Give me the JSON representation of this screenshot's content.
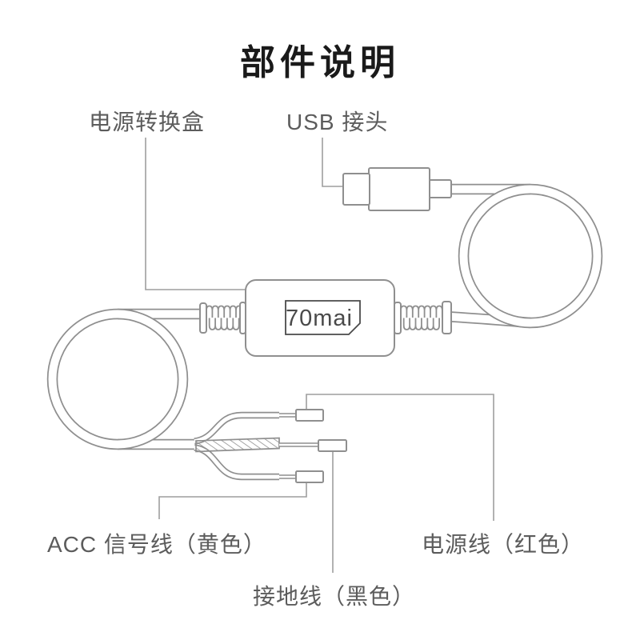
{
  "title": "部件说明",
  "diagram": {
    "logo_text": "70mai",
    "labels": {
      "power_box": "电源转换盒",
      "usb_connector": "USB 接头",
      "acc_wire": "ACC 信号线（黄色）",
      "ground_wire": "接地线（黑色）",
      "power_wire": "电源线（红色）"
    },
    "colors": {
      "title_text": "#1a1a1a",
      "label_text": "#5c5c5c",
      "line_art": "#8f8f8f",
      "leader_line": "#9e9e9e",
      "logo_text": "#4a4a4a",
      "background": "#ffffff"
    }
  }
}
